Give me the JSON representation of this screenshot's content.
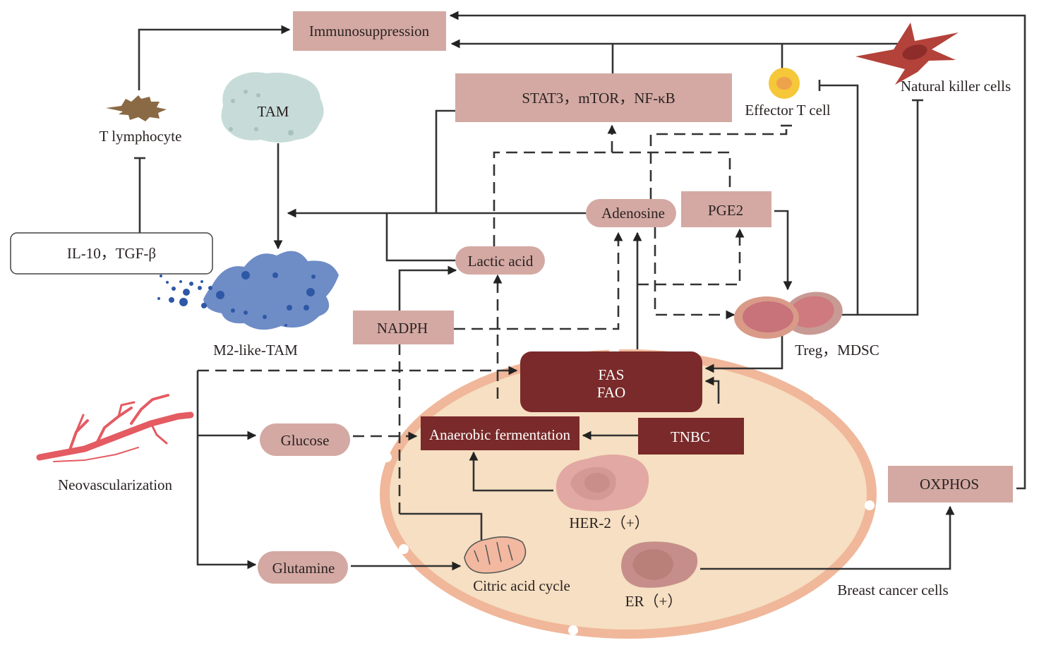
{
  "figure": {
    "colors": {
      "box_fill": "#d4a9a3",
      "dark_box_fill": "#7a2a2a",
      "cell_fill": "#f6dfc2",
      "cell_membrane": "#f0b79a",
      "line": "#333333",
      "tam_fill": "#c7dcd8",
      "m2_fill": "#6e8cc6",
      "m2_dots": "#2e58a6",
      "t_lymph_fill": "#8a6a44",
      "nk_fill": "#b3423a",
      "effector_fill": "#f5c739",
      "vessel_fill": "#e45b62"
    },
    "nodes": {
      "immunosuppression": "Immunosuppression",
      "stat3": "STAT3，mTOR，NF-κB",
      "il10": "IL-10，TGF-β",
      "t_lymphocyte": "T lymphocyte",
      "tam": "TAM",
      "m2_tam": "M2-like-TAM",
      "effector_t": "Effector T cell",
      "nk_cells": "Natural killer cells",
      "adenosine": "Adenosine",
      "pge2": "PGE2",
      "lactic_acid": "Lactic acid",
      "nadph": "NADPH",
      "treg_mdsc": "Treg，MDSC",
      "fas": "FAS",
      "fao": "FAO",
      "anaerobic": "Anaerobic fermentation",
      "tnbc": "TNBC",
      "glucose": "Glucose",
      "glutamine": "Glutamine",
      "neovascularization": "Neovascularization",
      "her2": "HER-2（+）",
      "er": "ER（+）",
      "citric_acid_cycle": "Citric acid cycle",
      "oxphos": "OXPHOS",
      "breast_cancer_cells": "Breast cancer cells"
    }
  }
}
